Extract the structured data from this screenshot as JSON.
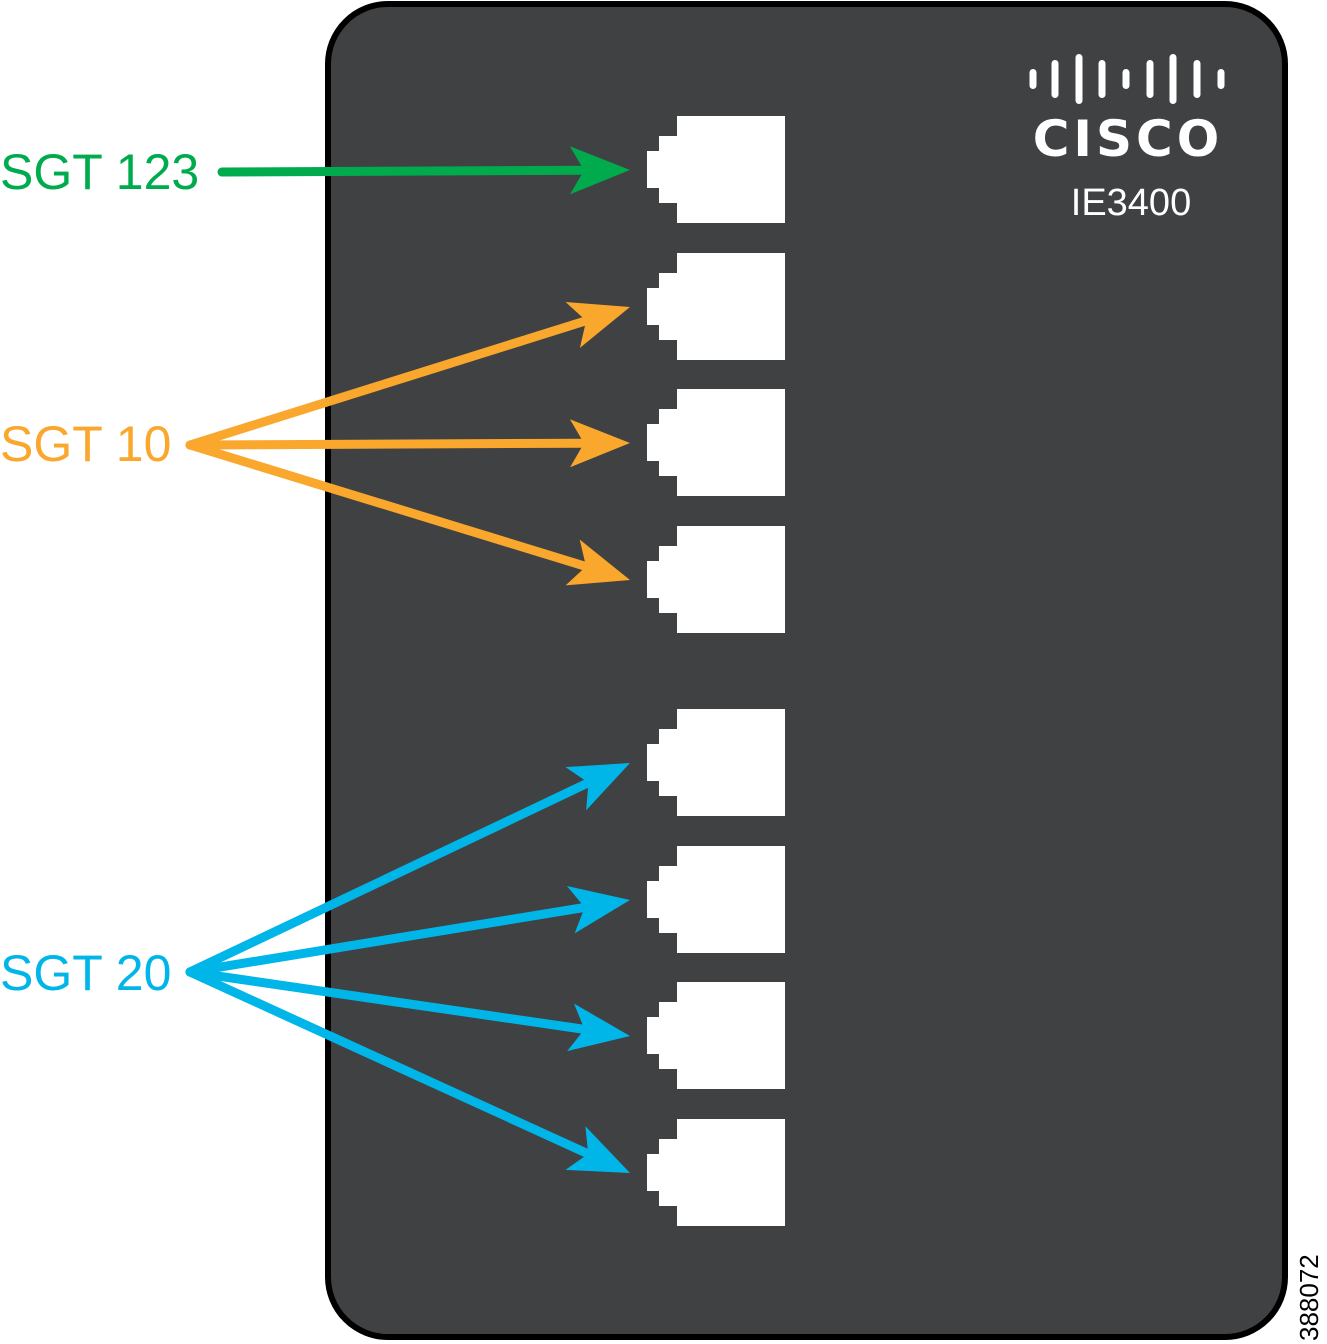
{
  "device": {
    "brand": "CISCO",
    "model": "IE3400",
    "body_color": "#404143",
    "outline_color": "#000000",
    "port_color": "#ffffff",
    "port_count": 8
  },
  "groups": [
    {
      "label": "SGT 123",
      "color": "#00ab4e",
      "ports": [
        1
      ]
    },
    {
      "label": "SGT 10",
      "color": "#faa72d",
      "ports": [
        2,
        3,
        4
      ]
    },
    {
      "label": "SGT 20",
      "color": "#00b6e8",
      "ports": [
        5,
        6,
        7,
        8
      ]
    }
  ],
  "figure_id": "388072",
  "icons": [
    "cisco-logo-bars-icon",
    "ethernet-port-icon",
    "arrow-icon"
  ]
}
